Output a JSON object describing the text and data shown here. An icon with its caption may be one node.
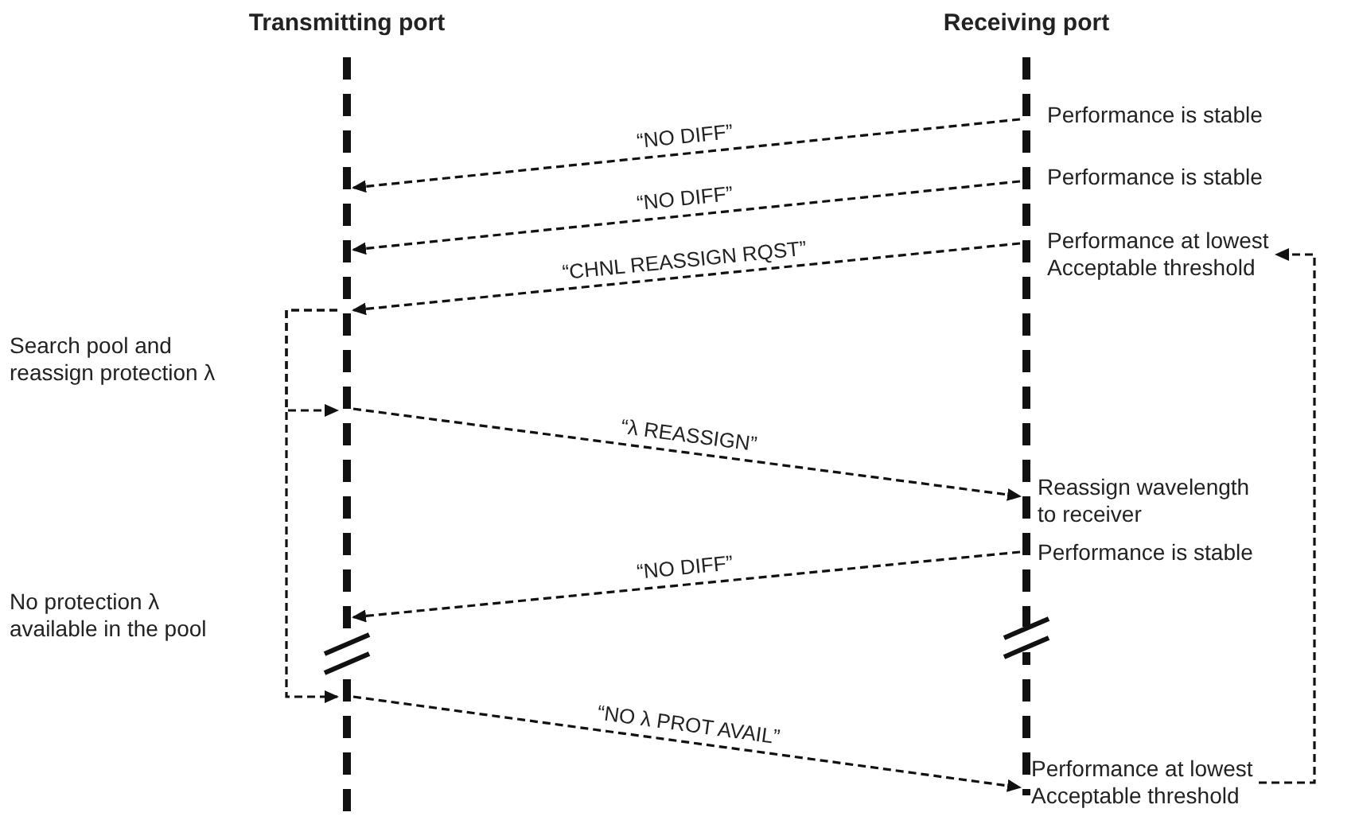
{
  "diagram": {
    "nodes": [
      {
        "text": [
          "Transmitting port"
        ]
      },
      {
        "text": [
          "Receiving port"
        ]
      },
      {
        "text": [
          "Performance is stable"
        ]
      },
      {
        "text": [
          "Performance is stable"
        ]
      },
      {
        "text": [
          "Performance at lowest Acceptable threshold"
        ]
      },
      {
        "text": [
          "Reassign wavelength to receiver"
        ]
      },
      {
        "text": [
          "Performance is stable"
        ]
      },
      {
        "text": [
          "Performance at lowest Acceptable threshold"
        ]
      }
    ],
    "edges": [
      {
        "from": 1,
        "to": 0,
        "arrow": "to",
        "label": "“NO DIFF”",
        "style": "dashed"
      },
      {
        "from": 1,
        "to": 0,
        "arrow": "to",
        "label": "“NO DIFF”",
        "style": "dashed"
      },
      {
        "from": 1,
        "to": 0,
        "arrow": "to",
        "label": "“CHNL REASSIGN RQST”",
        "style": "dashed"
      },
      {
        "from": 0,
        "to": 1,
        "arrow": "to",
        "label": "“λ REASSIGN”",
        "style": "dashed"
      },
      {
        "from": 1,
        "to": 0,
        "arrow": "to",
        "label": "“NO DIFF”",
        "style": "dashed"
      },
      {
        "from": 0,
        "to": 1,
        "arrow": "to",
        "label": "“NO λ PROT AVAIL”",
        "style": "dashed"
      },
      {
        "from": 0,
        "to": 0,
        "arrow": "to",
        "style": "dashed"
      },
      {
        "from": 0,
        "to": 0,
        "arrow": "to",
        "style": "dashed"
      },
      {
        "from": 7,
        "to": 4,
        "arrow": "to",
        "style": "dashed"
      }
    ],
    "labels": [
      "Search pool and reassign protection λ",
      "No protection λ available in the pool"
    ]
  }
}
